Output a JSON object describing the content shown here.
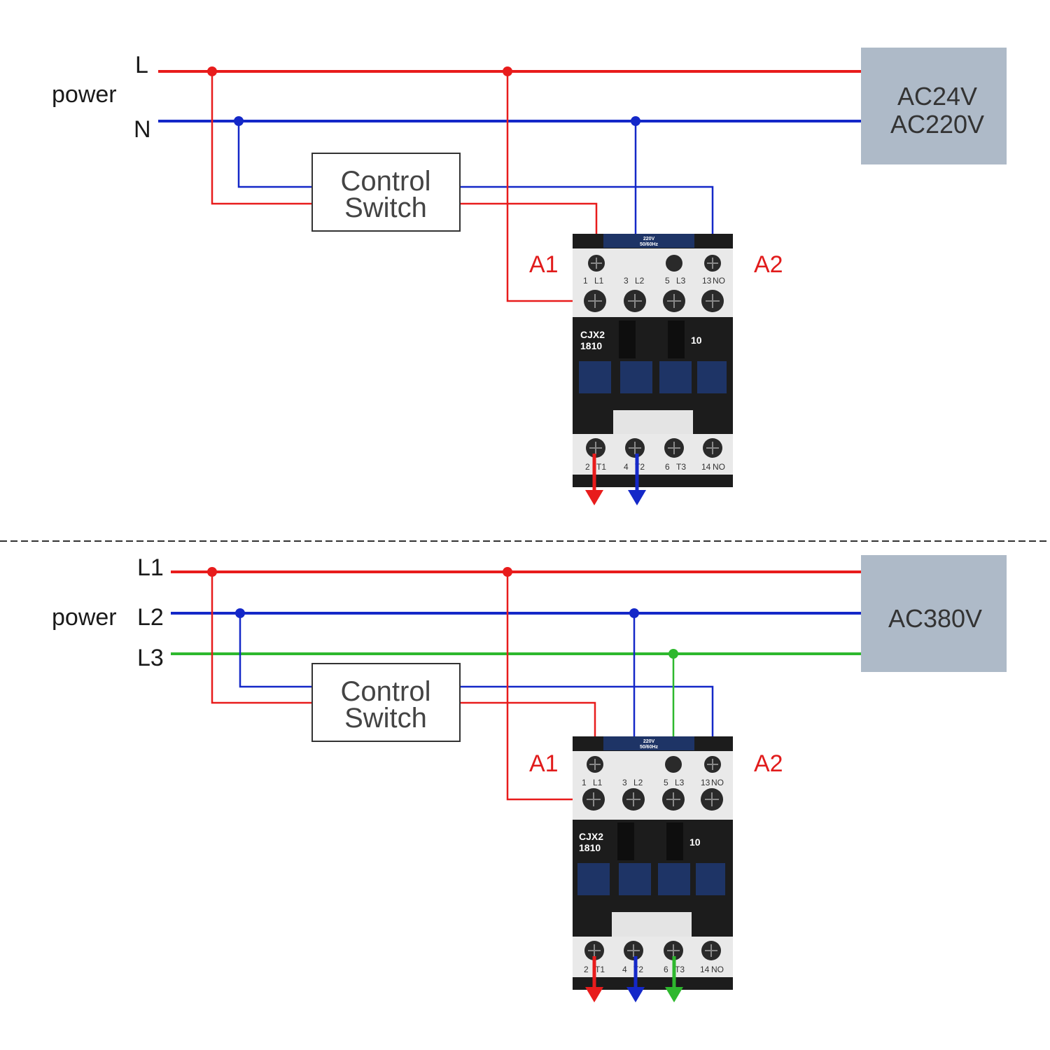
{
  "colors": {
    "red": "#e81c1c",
    "blue": "#1428c8",
    "green": "#2eb82e",
    "supply_box": "#aebac8",
    "contactor_body": "#1c1c1c",
    "contactor_top": "#e9e9e9",
    "contactor_blue": "#1e3466"
  },
  "single_phase": {
    "power_label": "power",
    "lines": [
      "L",
      "N"
    ],
    "supply": [
      "AC24V",
      "AC220V"
    ],
    "control_switch": [
      "Control",
      "Switch"
    ],
    "coil_a1": "A1",
    "coil_a2": "A2",
    "contactor": {
      "model_line1": "CJX2",
      "model_line2": "1810",
      "aux_code": "10",
      "coil_rating_line1": "220V",
      "coil_rating_line2": "50/60Hz",
      "top_terminals": [
        [
          "1",
          "L1"
        ],
        [
          "3",
          "L2"
        ],
        [
          "5",
          "L3"
        ],
        [
          "13",
          "NO"
        ]
      ],
      "bottom_terminals": [
        [
          "2",
          "T1"
        ],
        [
          "4",
          "T2"
        ],
        [
          "6",
          "T3"
        ],
        [
          "14",
          "NO"
        ]
      ]
    }
  },
  "three_phase": {
    "power_label": "power",
    "lines": [
      "L1",
      "L2",
      "L3"
    ],
    "supply": [
      "AC380V"
    ],
    "control_switch": [
      "Control",
      "Switch"
    ],
    "coil_a1": "A1",
    "coil_a2": "A2",
    "contactor": {
      "model_line1": "CJX2",
      "model_line2": "1810",
      "aux_code": "10",
      "coil_rating_line1": "220V",
      "coil_rating_line2": "50/60Hz",
      "top_terminals": [
        [
          "1",
          "L1"
        ],
        [
          "3",
          "L2"
        ],
        [
          "5",
          "L3"
        ],
        [
          "13",
          "NO"
        ]
      ],
      "bottom_terminals": [
        [
          "2",
          "T1"
        ],
        [
          "4",
          "T2"
        ],
        [
          "6",
          "T3"
        ],
        [
          "14",
          "NO"
        ]
      ]
    }
  }
}
